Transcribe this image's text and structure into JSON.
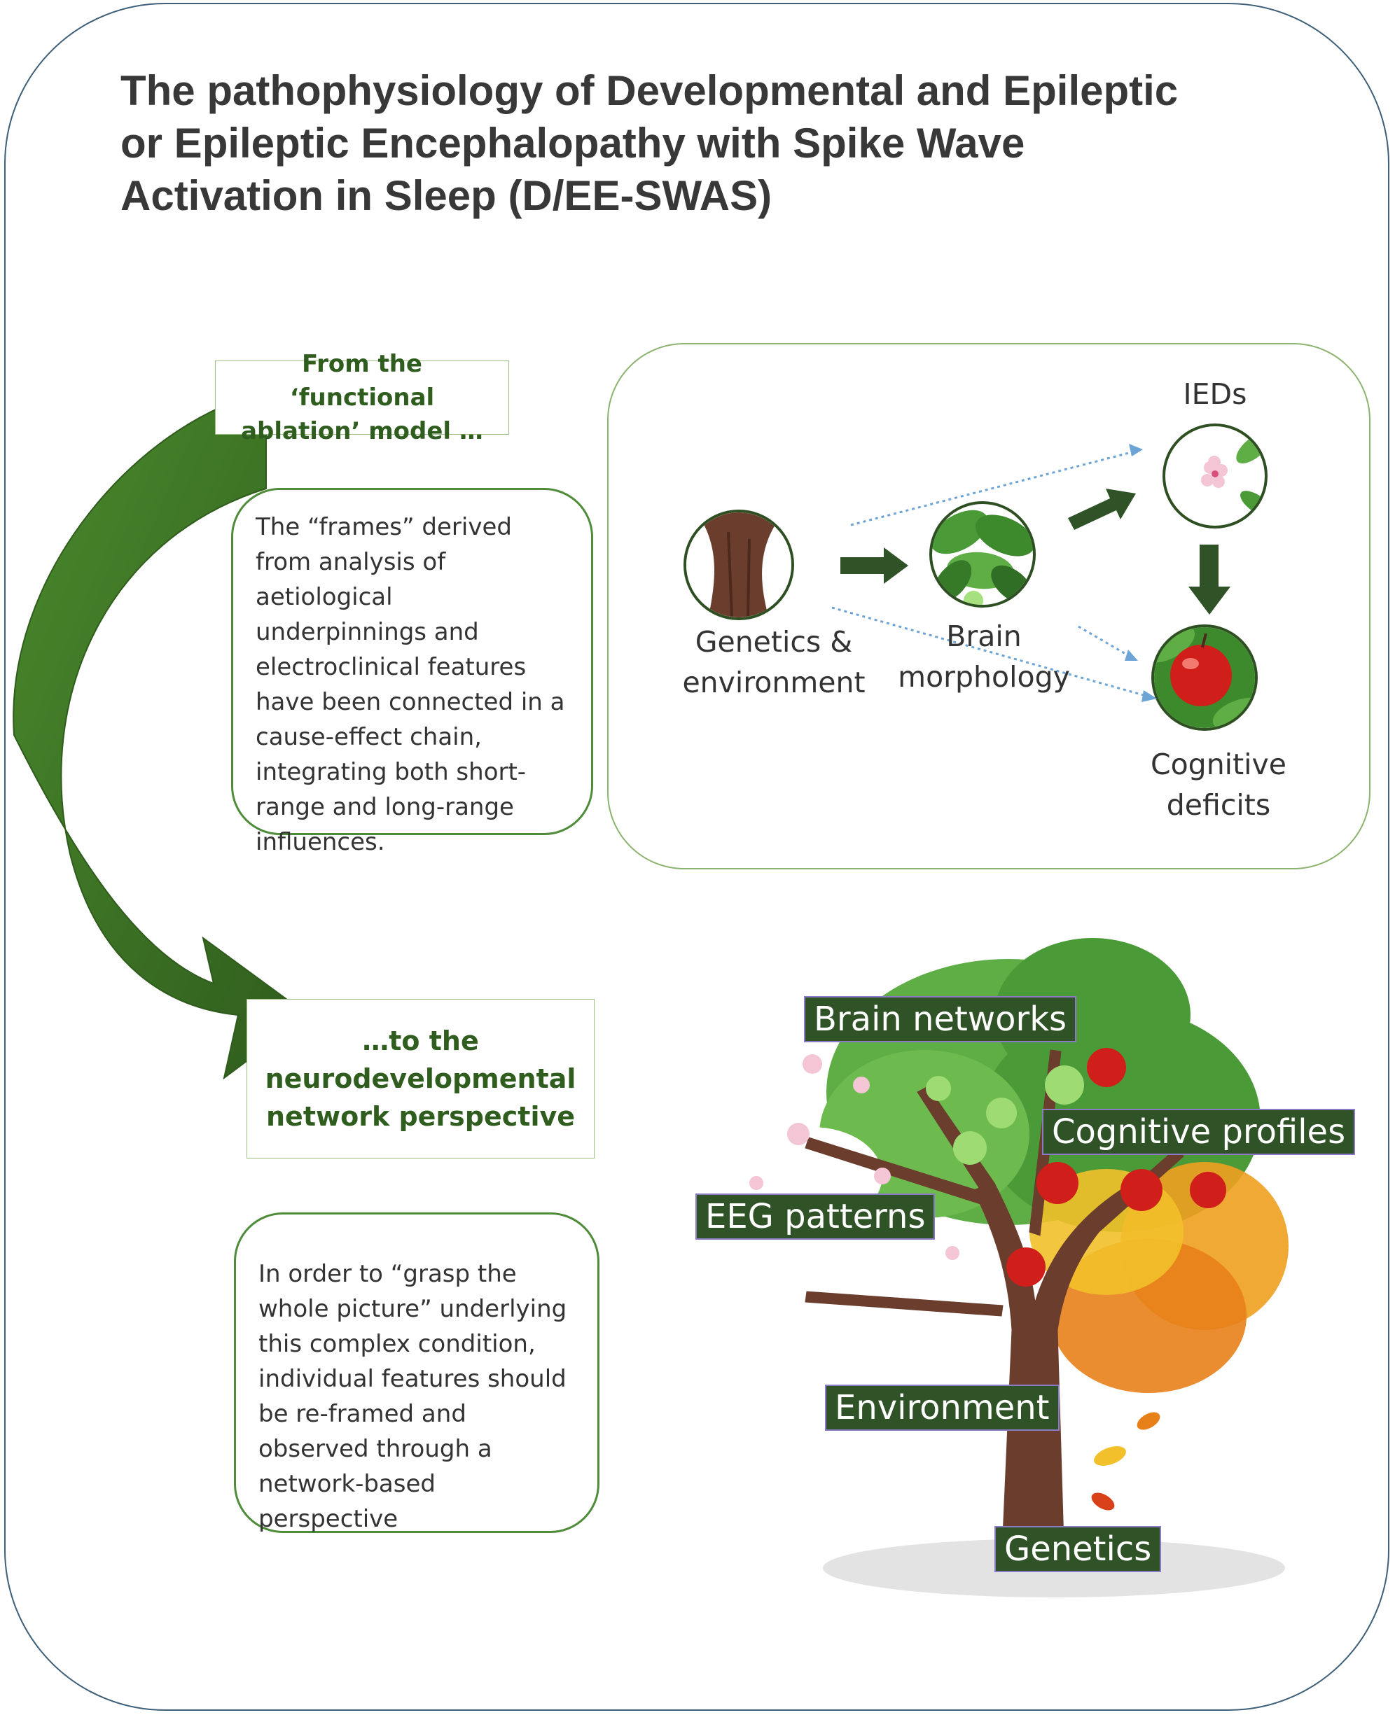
{
  "title": "The pathophysiology of Developmental and Epileptic or Epileptic Encephalopathy with Spike Wave Activation in Sleep (D/EE-SWAS)",
  "from_label": "From the ‘functional ablation’ model …",
  "to_label": "…to the neurodevelopmental network perspective",
  "frames_text": "The “frames” derived from analysis of aetiological underpinnings and electroclinical features have been connected in a cause-effect chain, integrating both short-range and long-range influences.",
  "whole_picture_text": "In order to “grasp the whole picture” underlying this complex condition, individual features should be re-framed and observed through a network-based perspective",
  "chain": {
    "genetics_label": "Genetics & environment",
    "brain_label": "Brain morphology",
    "ieds_label": "IEDs",
    "cognitive_label": "Cognitive deficits"
  },
  "tree_tags": {
    "brain_networks": "Brain networks",
    "cognitive_profiles": "Cognitive profiles",
    "eeg_patterns": "EEG patterns",
    "environment": "Environment",
    "genetics": "Genetics"
  },
  "colors": {
    "frame_border": "#3d5f79",
    "accent_green": "#4e8c3a",
    "dark_green": "#2f5226",
    "arrow_green": "#3a6a22",
    "dotted_blue": "#6da4d6",
    "tag_border": "#8b7bc7"
  }
}
